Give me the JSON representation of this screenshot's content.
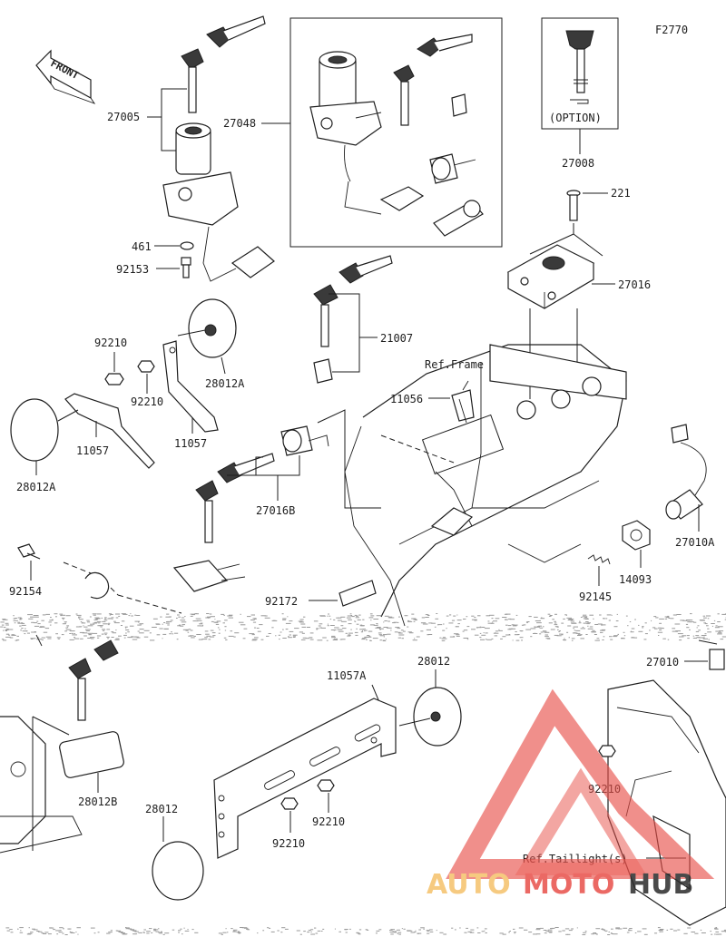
{
  "diagram": {
    "code": "F2770",
    "front_label": "FRONT",
    "option_label": "(OPTION)",
    "parts": [
      {
        "id": "p27005",
        "label": "27005"
      },
      {
        "id": "p27048",
        "label": "27048"
      },
      {
        "id": "p27008",
        "label": "27008"
      },
      {
        "id": "p221",
        "label": "221"
      },
      {
        "id": "p27016",
        "label": "27016"
      },
      {
        "id": "p461",
        "label": "461"
      },
      {
        "id": "p92153",
        "label": "92153"
      },
      {
        "id": "p21007",
        "label": "21007"
      },
      {
        "id": "pRefFrame",
        "label": "Ref.Frame"
      },
      {
        "id": "p92210a",
        "label": "92210"
      },
      {
        "id": "p92210b",
        "label": "92210"
      },
      {
        "id": "p28012A_r",
        "label": "28012A"
      },
      {
        "id": "p11056",
        "label": "11056"
      },
      {
        "id": "p11057a",
        "label": "11057"
      },
      {
        "id": "p11057b",
        "label": "11057"
      },
      {
        "id": "p28012A_l",
        "label": "28012A"
      },
      {
        "id": "p27016B",
        "label": "27016B"
      },
      {
        "id": "p27010A",
        "label": "27010A"
      },
      {
        "id": "p92154",
        "label": "92154"
      },
      {
        "id": "p92172",
        "label": "92172"
      },
      {
        "id": "p14093",
        "label": "14093"
      },
      {
        "id": "p92145",
        "label": "92145"
      },
      {
        "id": "p27010",
        "label": "27010"
      },
      {
        "id": "p11057A",
        "label": "11057A"
      },
      {
        "id": "p28012_t",
        "label": "28012"
      },
      {
        "id": "p28012B",
        "label": "28012B"
      },
      {
        "id": "p92210c",
        "label": "92210"
      },
      {
        "id": "p92210d",
        "label": "92210"
      },
      {
        "id": "p92210e",
        "label": "92210"
      },
      {
        "id": "p28012_b",
        "label": "28012"
      },
      {
        "id": "pRefTail",
        "label": "Ref.Taillight(s)"
      }
    ]
  },
  "watermark": {
    "auto": "AUTO",
    "moto": "MOTO",
    "hub": "HUB",
    "colors": {
      "auto": "#f5c16a",
      "moto": "#e8504a",
      "hub": "#2b2b2b",
      "logo": "#e8504a"
    }
  }
}
